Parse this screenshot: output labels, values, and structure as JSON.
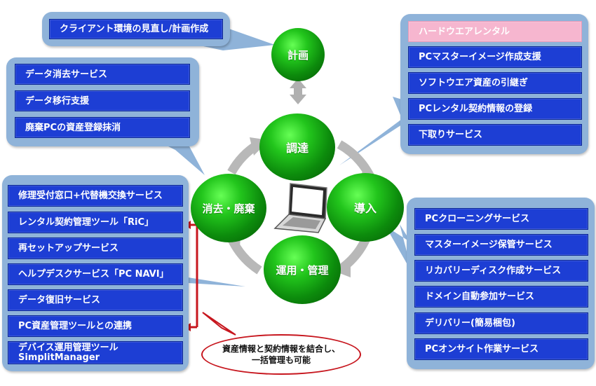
{
  "nodes": {
    "keikaku": "計画",
    "chotatsu": "調達",
    "donyu": "導入",
    "unyo": "運用・管理",
    "shokyo": "消去・廃棄"
  },
  "groups": {
    "top_left": [
      "クライアント環境の見直し/計画作成"
    ],
    "left_upper": [
      "データ消去サービス",
      "データ移行支援",
      "廃棄PCの資産登録抹消"
    ],
    "right_upper": [
      "ハードウエアレンタル",
      "PCマスターイメージ作成支援",
      "ソフトウエア資産の引継ぎ",
      "PCレンタル契約情報の登録",
      "下取りサービス"
    ],
    "left_lower": [
      "修理受付窓口+代替機交換サービス",
      "レンタル契約管理ツール「RiC」",
      "再セットアップサービス",
      "ヘルプデスクサービス「PC NAVI」",
      "データ復旧サービス",
      "PC資産管理ツールとの連携"
    ],
    "left_lower_last": [
      "デバイス運用管理ツール",
      "SimplitManager"
    ],
    "right_lower": [
      "PCクローニングサービス",
      "マスターイメージ保管サービス",
      "リカバリーディスク作成サービス",
      "ドメイン自動参加サービス",
      "デリバリー(簡易梱包)",
      "PCオンサイト作業サービス"
    ]
  },
  "note": {
    "line1": "資産情報と契約情報を結合し、",
    "line2": "一括管理も可能"
  },
  "colors": {
    "panel": "#8fb3d9",
    "item": "#1d3ed4",
    "highlight": "#f6b6cf",
    "node": "#22c51c",
    "bracket": "#c7161e",
    "cycle_arrow": "#b3b3b3"
  }
}
